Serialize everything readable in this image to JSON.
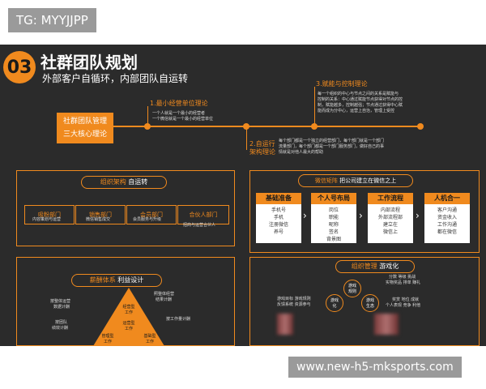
{
  "header": {
    "tag": "TG: MYYJJPP"
  },
  "footer": {
    "site": "www.new-h5-mksports.com"
  },
  "slide": {
    "number": "03",
    "title": "社群团队规划",
    "subtitle": "外部客户自循环，内部团队自运转",
    "core_line1": "社群团队管理",
    "core_line2": "三大核心理论",
    "theory1": {
      "title": "1.最小经营单位理论",
      "line1": "一个人就是一个最小的经营者",
      "line2": "一个微信就是一个最小的经营单位"
    },
    "theory2": {
      "title_line1": "2.自运行",
      "title_line2": "架构理论",
      "line1": "每个部门都是一个独立的经营部门，每个部门就是一个部门",
      "line2": "流量部门，每个部门都是一个部门服务部门，做好自己的事",
      "line3": "情就是对他人最大的帮助"
    },
    "theory3": {
      "title": "3.赋能与控制理论",
      "line1": "每一个组织的中心与节点之间的关系是赋能与",
      "line2": "控制的关系：中心通过赋能节点获得对节点的控",
      "line3": "制，赋能越多，控制越强；节点通过获得中心赋",
      "line4": "能而成为分中心，运营上自治，管理上受控"
    },
    "org": {
      "title_a": "组织架构",
      "title_b": "自运转",
      "dept1_name": "吸粉部门",
      "dept1_desc": "内容策划与运营",
      "dept2_name": "销售部门",
      "dept2_desc": "微信销售成交",
      "dept3_name": "会员部门",
      "dept3_desc": "会员服务与升级",
      "dept4_name": "合伙人部门",
      "dept4_desc": "招商与运营合伙人"
    },
    "wechat": {
      "title_a": "微信矩阵",
      "title_b": "把公司建立在微信之上",
      "cards": [
        {
          "head": "基础准备",
          "l1": "手机号",
          "l2": "手机",
          "l3": "注册微信",
          "l4": "养号"
        },
        {
          "head": "个人号布局",
          "l1": "岗位",
          "l2": "职能",
          "l3": "昵称",
          "l4": "签名",
          "l5": "背景图"
        },
        {
          "head": "工作流程",
          "l1": "内部流程",
          "l2": "外部流程部",
          "l3": "建立在",
          "l4": "微信上"
        },
        {
          "head": "人机合一",
          "l1": "客户沟通",
          "l2": "资金收入",
          "l3": "工作沟通",
          "l4": "都在微信"
        }
      ]
    },
    "salary": {
      "title_a": "薪酬体系",
      "title_b": "利益设计",
      "left1": "按整体运营",
      "left2": "数据计酬",
      "left3": "按团队",
      "left4": "绩效计酬",
      "right1": "照整体经营",
      "right2": "结果计酬",
      "right3": "按工作量计酬",
      "tri_top": "经营型\n工作",
      "tri_mid": "运营型\n工作",
      "tri_bl": "管理型\n工作",
      "tri_br": "基础型\n工作"
    },
    "game": {
      "title_a": "组织管理",
      "title_b": "游戏化",
      "c1": "游戏\n规则",
      "c2": "游戏\n化",
      "c3": "游戏\n生态",
      "left1": "游戏目标  游戏规则",
      "left2": "反馈系统  资源参与",
      "right1": "分数  等级  挑战",
      "right2": "实物奖品  排单  赚礼",
      "right3": "奖赏  地位  成就",
      "right4": "个人表现  竞争  利他"
    }
  }
}
